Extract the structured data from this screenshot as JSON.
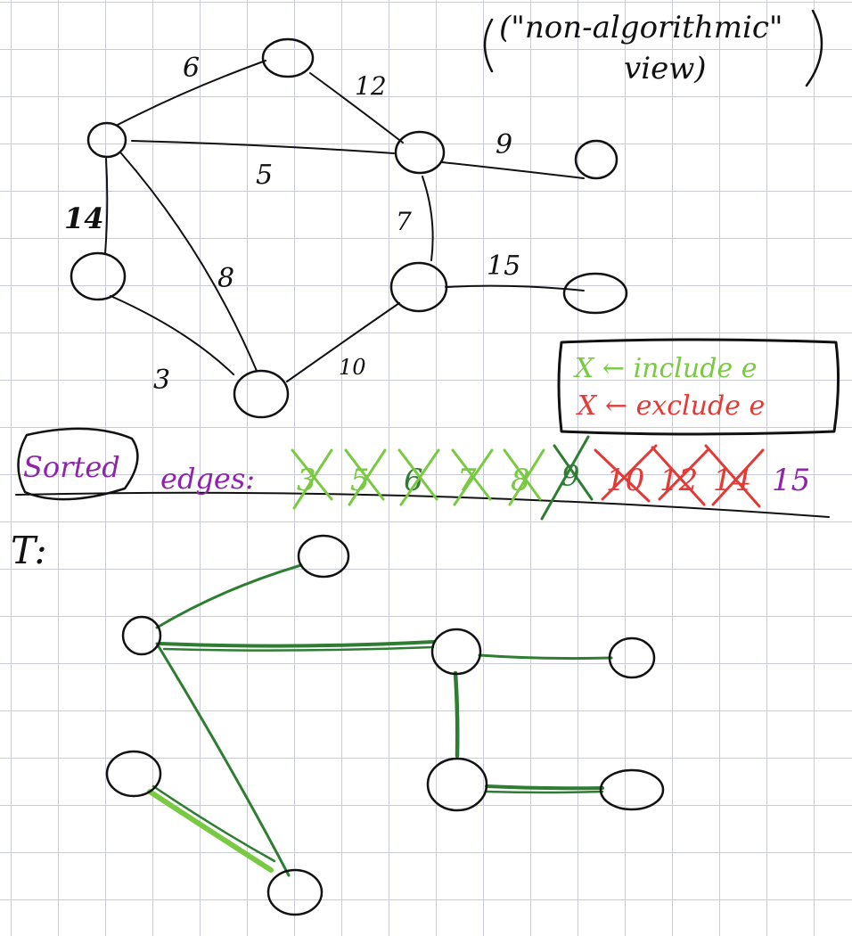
{
  "header": {
    "view_note_line1": "(\"non-algorithmic\"",
    "view_note_line2": "view)"
  },
  "graph": {
    "edge_weights": [
      "6",
      "12",
      "5",
      "9",
      "14",
      "7",
      "8",
      "15",
      "3",
      "10"
    ]
  },
  "legend": {
    "include_label": "X ← include e",
    "exclude_label": "X ← exclude e"
  },
  "sorted_edges": {
    "label": "Sorted",
    "label_rest": "edges:",
    "included": [
      "3",
      "5",
      "6",
      "7",
      "8",
      "9"
    ],
    "excluded": [
      "10",
      "12",
      "14"
    ],
    "pending": [
      "15"
    ]
  },
  "tree": {
    "label": "T:"
  },
  "colors": {
    "ink": "#111111",
    "include": "#7ac943",
    "tree_edge": "#2e7d32",
    "exclude": "#e53935",
    "sorted_text": "#8e24aa"
  }
}
